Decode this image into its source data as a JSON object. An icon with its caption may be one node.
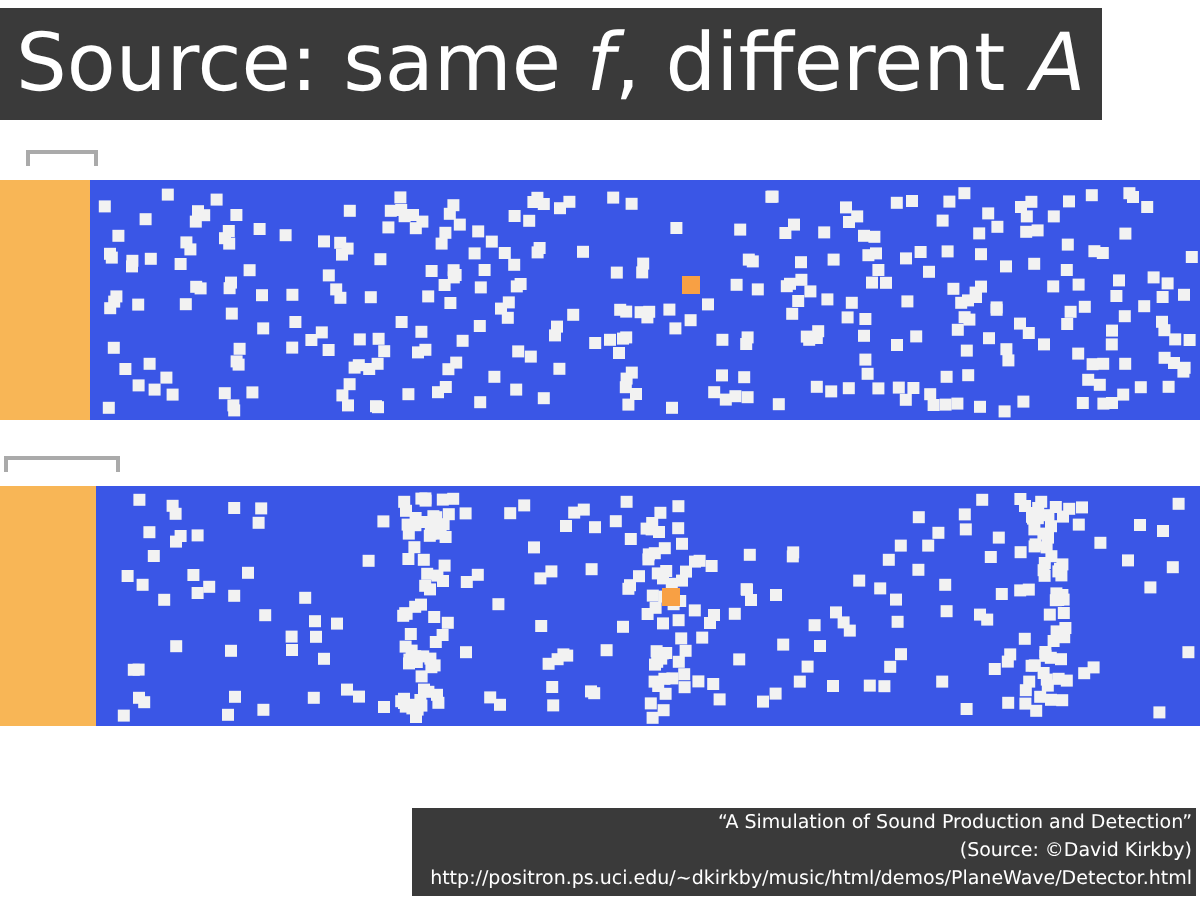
{
  "diagram": {
    "title": "Source: same *f*, different *A*",
    "labels": [
      "“A Simulation of Sound Production and Detection”",
      "(Source: ©David Kirkby)",
      "http://positron.ps.uci.edu/~dkirkby/music/html/demos/PlaneWave/Detector.html"
    ]
  }
}
